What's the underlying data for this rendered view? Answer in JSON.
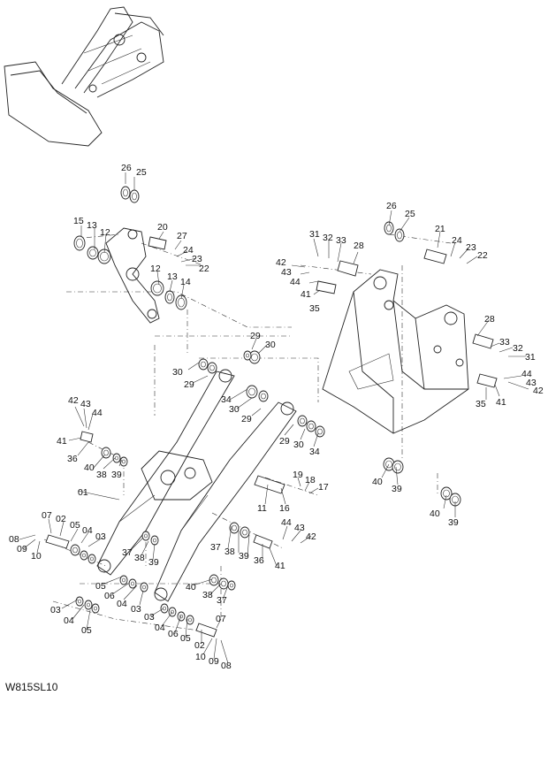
{
  "drawing_code": "W815SL10",
  "callouts": [
    "01",
    "02",
    "03",
    "04",
    "05",
    "06",
    "07",
    "08",
    "09",
    "10",
    "11",
    "12",
    "13",
    "14",
    "15",
    "16",
    "17",
    "18",
    "19",
    "20",
    "21",
    "22",
    "23",
    "24",
    "25",
    "26",
    "27",
    "28",
    "29",
    "30",
    "31",
    "32",
    "33",
    "34",
    "35",
    "36",
    "37",
    "38",
    "39",
    "40",
    "41",
    "42",
    "43",
    "44"
  ]
}
